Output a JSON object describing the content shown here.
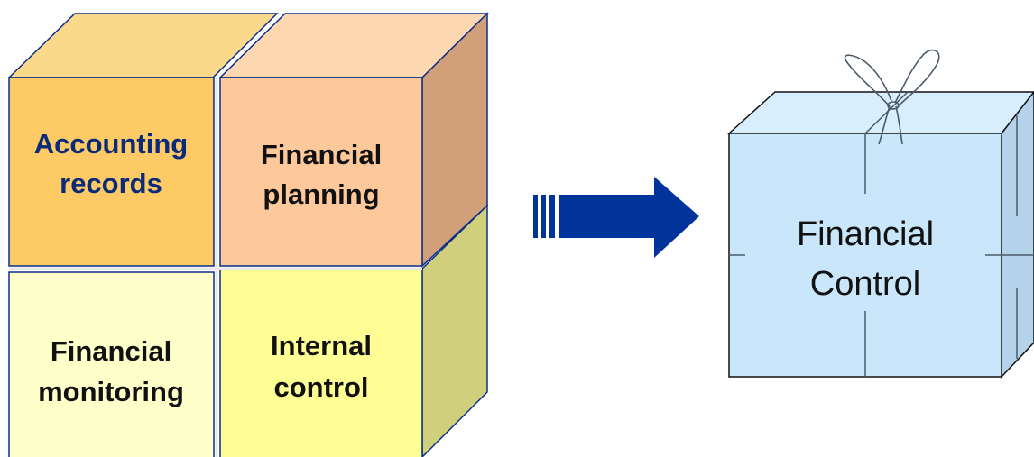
{
  "cube": {
    "blocks": [
      {
        "id": "accounting",
        "line1": "Accounting",
        "line2": "records",
        "text_color": "#0a2a7a",
        "front_color": "#fdca66",
        "top_color": "#fbd98a",
        "side_color": "#d9a94f"
      },
      {
        "id": "planning",
        "line1": "Financial",
        "line2": "planning",
        "text_color": "#111111",
        "front_color": "#fdc89a",
        "top_color": "#fcd7b0",
        "side_color": "#d1a078"
      },
      {
        "id": "monitoring",
        "line1": "Financial",
        "line2": "monitoring",
        "text_color": "#111111",
        "front_color": "#feffc9",
        "top_color": "#ffffdc",
        "side_color": "#dcdca8"
      },
      {
        "id": "internal",
        "line1": "Internal",
        "line2": "control",
        "text_color": "#111111",
        "front_color": "#fefe94",
        "top_color": "#ffffb8",
        "side_color": "#cfcf7c"
      }
    ],
    "edge_color": "#0b2e8a"
  },
  "arrow": {
    "color": "#00349b"
  },
  "gift_box": {
    "line1": "Financial",
    "line2": "Control",
    "front_color": "#c9e6fb",
    "top_color": "#d8eefd",
    "side_color": "#b4d3ea",
    "ribbon_color": "#4a5a6a"
  }
}
